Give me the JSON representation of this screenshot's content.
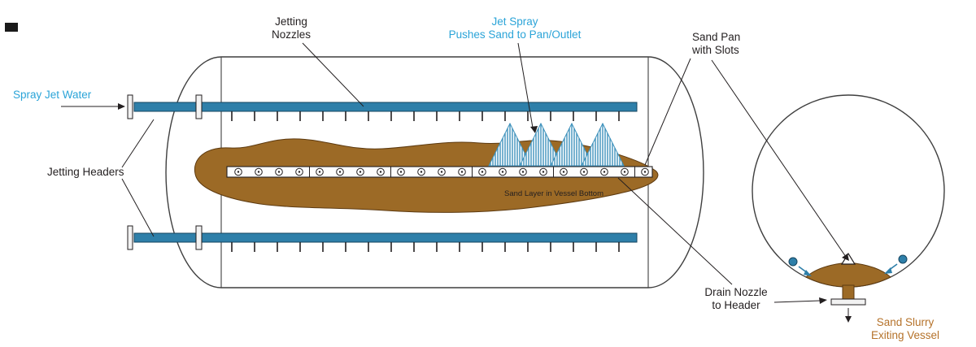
{
  "labels": {
    "spray_jet_water": "Spray Jet Water",
    "jetting_nozzles_line1": "Jetting",
    "jetting_nozzles_line2": "Nozzles",
    "jet_spray_line1": "Jet Spray",
    "jet_spray_line2": "Pushes Sand to Pan/Outlet",
    "sand_pan_line1": "Sand Pan",
    "sand_pan_line2": "with Slots",
    "jetting_headers": "Jetting Headers",
    "sand_layer": "Sand Layer in Vessel Bottom",
    "drain_nozzle_line1": "Drain Nozzle",
    "drain_nozzle_line2": "to Header",
    "sand_slurry_line1": "Sand Slurry",
    "sand_slurry_line2": "Exiting Vessel"
  },
  "colors": {
    "pipe_blue": "#2e7fa9",
    "pipe_outline": "#16455f",
    "spray_blue": "#3f92bc",
    "label_blue": "#2ba4d8",
    "sand_brown": "#9c6a26",
    "sand_outline": "#5d3a10",
    "slurry_label": "#b5722a",
    "line_black": "#231f20"
  }
}
